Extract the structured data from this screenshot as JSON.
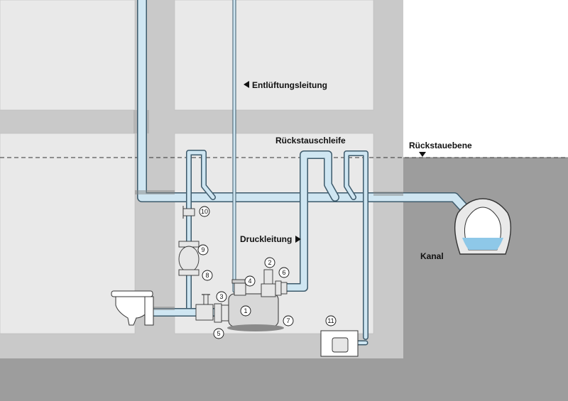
{
  "labels": {
    "vent_line": "Entlüftungsleitung",
    "backflow_loop": "Rückstauschleife",
    "backflow_level": "Rückstauebene",
    "pressure_line": "Druckleitung",
    "sewer": "Kanal"
  },
  "callouts": [
    "1",
    "2",
    "3",
    "4",
    "5",
    "6",
    "7",
    "8",
    "9",
    "10",
    "11"
  ],
  "colors": {
    "wall": "#c8c8c8",
    "room": "#e8e8e8",
    "pipe_fill": "#cfe6f2",
    "pipe_outline": "#3d5a6b",
    "water": "#8ec8e8",
    "ground": "#9c9c9c"
  }
}
